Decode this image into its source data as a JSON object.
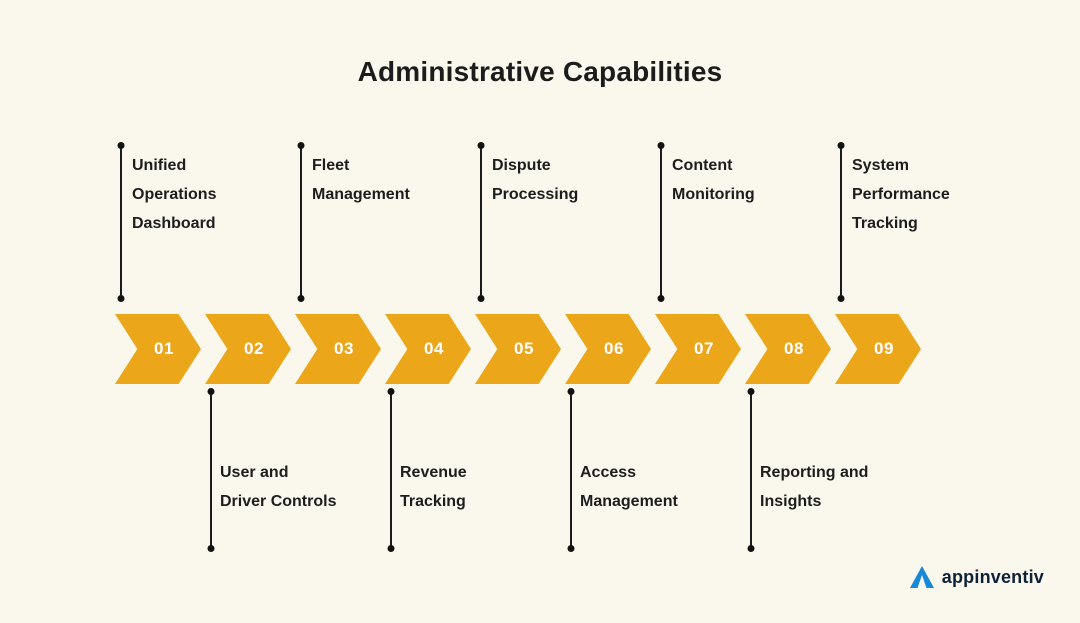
{
  "title": "Administrative Capabilities",
  "steps": [
    {
      "number": "01",
      "side": "top",
      "lines": [
        "Unified",
        "Operations",
        "Dashboard"
      ]
    },
    {
      "number": "02",
      "side": "bottom",
      "lines": [
        "User and",
        "Driver Controls"
      ]
    },
    {
      "number": "03",
      "side": "top",
      "lines": [
        "Fleet",
        "Management"
      ]
    },
    {
      "number": "04",
      "side": "bottom",
      "lines": [
        "Revenue",
        "Tracking"
      ]
    },
    {
      "number": "05",
      "side": "top",
      "lines": [
        "Dispute",
        "Processing"
      ]
    },
    {
      "number": "06",
      "side": "bottom",
      "lines": [
        "Access",
        "Management"
      ]
    },
    {
      "number": "07",
      "side": "top",
      "lines": [
        "Content",
        "Monitoring"
      ]
    },
    {
      "number": "08",
      "side": "bottom",
      "lines": [
        "Reporting and",
        "Insights"
      ]
    },
    {
      "number": "09",
      "side": "top",
      "lines": [
        "System",
        "Performance",
        "Tracking"
      ]
    }
  ],
  "logo": {
    "brand": "appinventiv",
    "icon": "appinventiv-triangle-icon"
  },
  "colors": {
    "background": "#FAF7ED",
    "chevron": "#EBA61A",
    "text": "#1D1D1D",
    "number_text": "#FFFFFF",
    "logo_blue": "#1789D6"
  }
}
